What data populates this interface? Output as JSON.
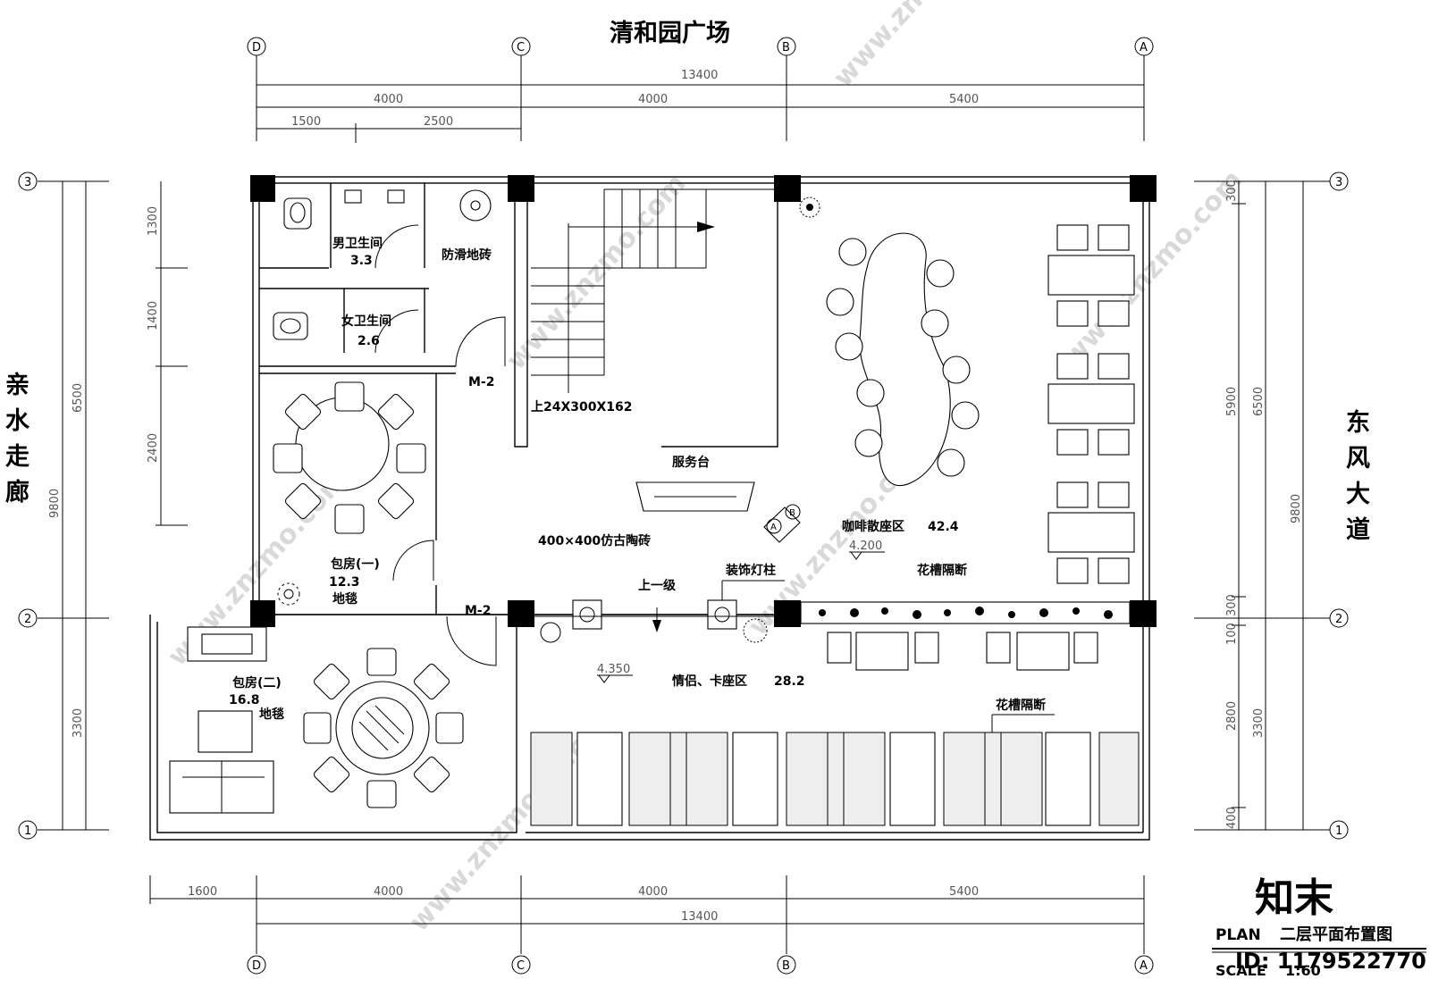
{
  "drawing": {
    "top_title": "清和园广场",
    "left_title": [
      "亲",
      "水",
      "走",
      "廊"
    ],
    "right_title": [
      "东",
      "风",
      "大",
      "道"
    ],
    "plan_label": "PLAN",
    "plan_name": "二层平面布置图",
    "scale_label": "SCALE",
    "scale_value": "1:60",
    "id_text": "ID: 1179522770",
    "watermark": "www.znzmo.com",
    "logo_text": "知末"
  },
  "grid": {
    "columns": [
      "D",
      "C",
      "B",
      "A"
    ],
    "rows": [
      "3",
      "2",
      "1"
    ]
  },
  "dimensions": {
    "top_total": "13400",
    "top_bays": [
      "4000",
      "4000",
      "5400"
    ],
    "top_sub": [
      "1500",
      "2500"
    ],
    "bottom_bays": [
      "1600",
      "4000",
      "4000",
      "5400"
    ],
    "bottom_total": "13400",
    "left_inner": [
      "1300",
      "1400",
      "2400"
    ],
    "left_mid": "6500",
    "left_low": "3300",
    "left_outer": "9800",
    "right_inner": [
      "300",
      "5900",
      "300",
      "100",
      "2800",
      "400"
    ],
    "right_mid": [
      "6500",
      "3300"
    ],
    "right_outer": "9800"
  },
  "rooms": {
    "men_wc": "男卫生间",
    "men_wc_area": "3.3",
    "women_wc": "女卫生间",
    "women_wc_area": "2.6",
    "anti_slip": "防滑地砖",
    "door_m2": "M-2",
    "stairs": "上24X300X162",
    "service_desk": "服务台",
    "tile": "400×400仿古陶砖",
    "cafe": "咖啡散座区",
    "cafe_area": "42.4",
    "level_a": "4.200",
    "private1": "包房(一)",
    "private1_area": "12.3",
    "carpet": "地毯",
    "private2": "包房(二)",
    "private2_area": "16.8",
    "step_up": "上一级",
    "light_post": "装饰灯柱",
    "planter": "花槽隔断",
    "couple": "情侣、卡座区",
    "couple_area": "28.2",
    "level_b": "4.350",
    "section_a": "A",
    "section_b": "B"
  },
  "colors": {
    "line": "#000000",
    "dimension_text": "#555555",
    "watermark": "#d9d9d9"
  }
}
